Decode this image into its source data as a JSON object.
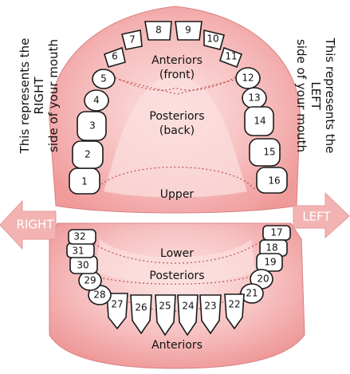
{
  "regions": {
    "upper_anteriors": "Anteriors",
    "upper_front": "(front)",
    "upper_posteriors": "Posteriors",
    "upper_back": "(back)",
    "upper": "Upper",
    "lower": "Lower",
    "lower_posteriors": "Posteriors",
    "lower_anteriors": "Anteriors"
  },
  "sides": {
    "right_line1": "This represents the",
    "right_line2": "RIGHT",
    "right_line3": "side of your mouth",
    "left_line1": "This represents the",
    "left_line2": "LEFT",
    "left_line3": "side of your mouth"
  },
  "arrows": {
    "right": "RIGHT",
    "left": "LEFT"
  },
  "colors": {
    "gum": "#f2a7a7",
    "gum_dark": "#e98a8a",
    "arrow": "#f4b3b3",
    "outline": "#1a1a1a"
  },
  "teeth": {
    "upper": [
      "1",
      "2",
      "3",
      "4",
      "5",
      "6",
      "7",
      "8",
      "9",
      "10",
      "11",
      "12",
      "13",
      "14",
      "15",
      "16"
    ],
    "lower": [
      "17",
      "18",
      "19",
      "20",
      "21",
      "22",
      "23",
      "24",
      "25",
      "26",
      "27",
      "28",
      "29",
      "30",
      "31",
      "32"
    ]
  }
}
